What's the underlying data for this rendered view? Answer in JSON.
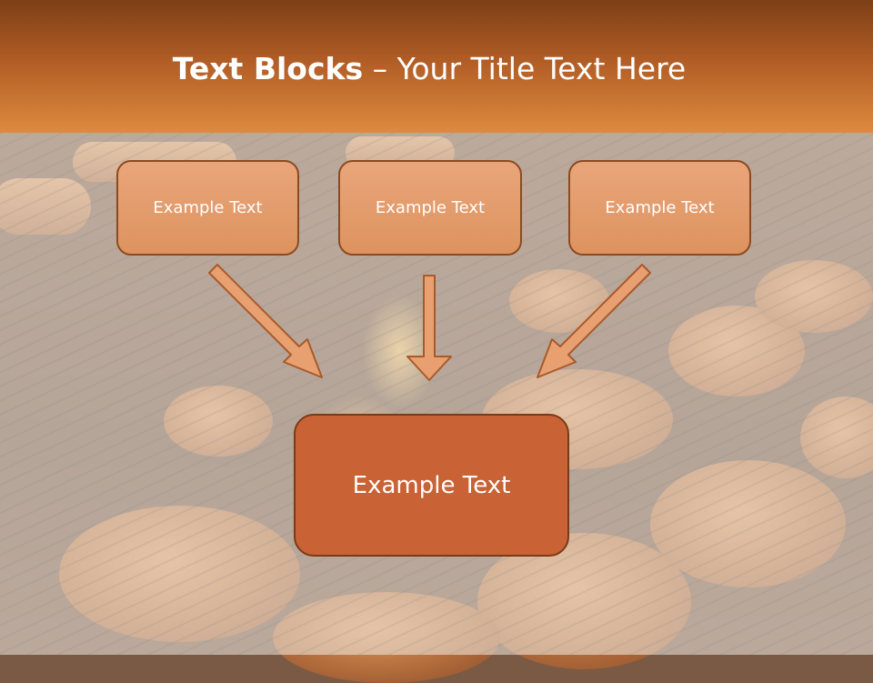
{
  "title": {
    "bold": "Text Blocks",
    "rest": " – Your Title Text Here"
  },
  "boxes": {
    "left": "Example Text",
    "middle": "Example Text",
    "right": "Example Text",
    "main": "Example Text"
  },
  "colors": {
    "header_top": "#7d3f16",
    "header_bottom": "#de8a3e",
    "box_fill": "#e39b6a",
    "box_border": "#8c4a20",
    "main_box_fill": "#c96234",
    "arrow_fill": "#e8a070"
  }
}
